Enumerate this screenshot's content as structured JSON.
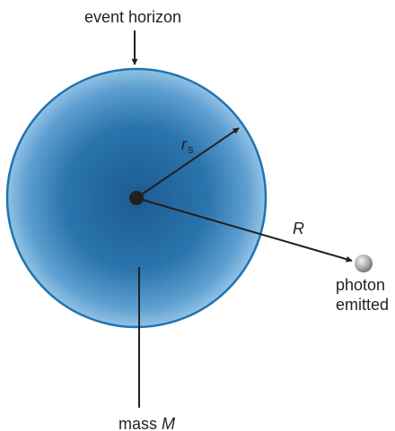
{
  "labels": {
    "event_horizon": "event horizon",
    "rs_symbol": "r",
    "rs_subscript": "s",
    "radius_R": "R",
    "photon_line1": "photon",
    "photon_line2": "emitted",
    "mass_text": "mass",
    "mass_symbol": "M"
  },
  "colors": {
    "sphere_center": "#1f5e95",
    "sphere_edge": "#8cc0e4",
    "sphere_outline": "#1f73b0",
    "line": "#231f20",
    "photon": "#9a9a9a"
  }
}
